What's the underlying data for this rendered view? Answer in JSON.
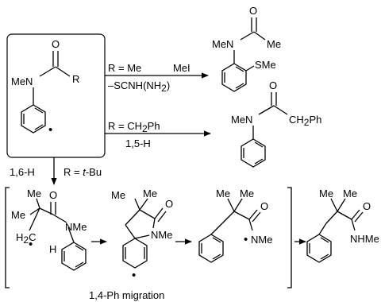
{
  "start": {
    "n_label": "MeN",
    "o_label": "O",
    "r_label": "R",
    "radical": "•"
  },
  "conditions": {
    "r_me": "R = Me",
    "mei": "MeI",
    "thiourea_prefix": "–SCNH(NH",
    "thiourea_sub": "2",
    "thiourea_suffix": ")",
    "r_bn_prefix": "R = CH",
    "r_bn_sub": "2",
    "r_bn_suffix": "Ph",
    "shift_15": "1,5-H",
    "shift_16": "1,6-H",
    "r_tbu_prefix": "R = ",
    "r_tbu_italic": "t",
    "r_tbu_suffix": "-Bu",
    "ph_migration": "1,4-Ph migration"
  },
  "product_sme": {
    "o": "O",
    "men": "MeN",
    "me": "Me",
    "sme": "SMe"
  },
  "product_bn": {
    "o": "O",
    "men": "MeN",
    "ch2ph_prefix": "CH",
    "ch2ph_sub": "2",
    "ch2ph_suffix": "Ph"
  },
  "int1": {
    "me_top": "Me",
    "me_left": "Me",
    "o": "O",
    "nme": "NMe",
    "h2c_prefix": "H",
    "h2c_sub": "2",
    "h2c_suffix": "C",
    "h": "H",
    "radical": "•"
  },
  "int2": {
    "me_a": "Me",
    "me_b": "Me",
    "o": "O",
    "nme": "NMe",
    "radical": "•"
  },
  "int3": {
    "me_a": "Me",
    "me_b": "Me",
    "o": "O",
    "nme": "NMe",
    "radical": "•"
  },
  "final": {
    "me_a": "Me",
    "me_b": "Me",
    "o": "O",
    "nhme": "NHMe"
  }
}
